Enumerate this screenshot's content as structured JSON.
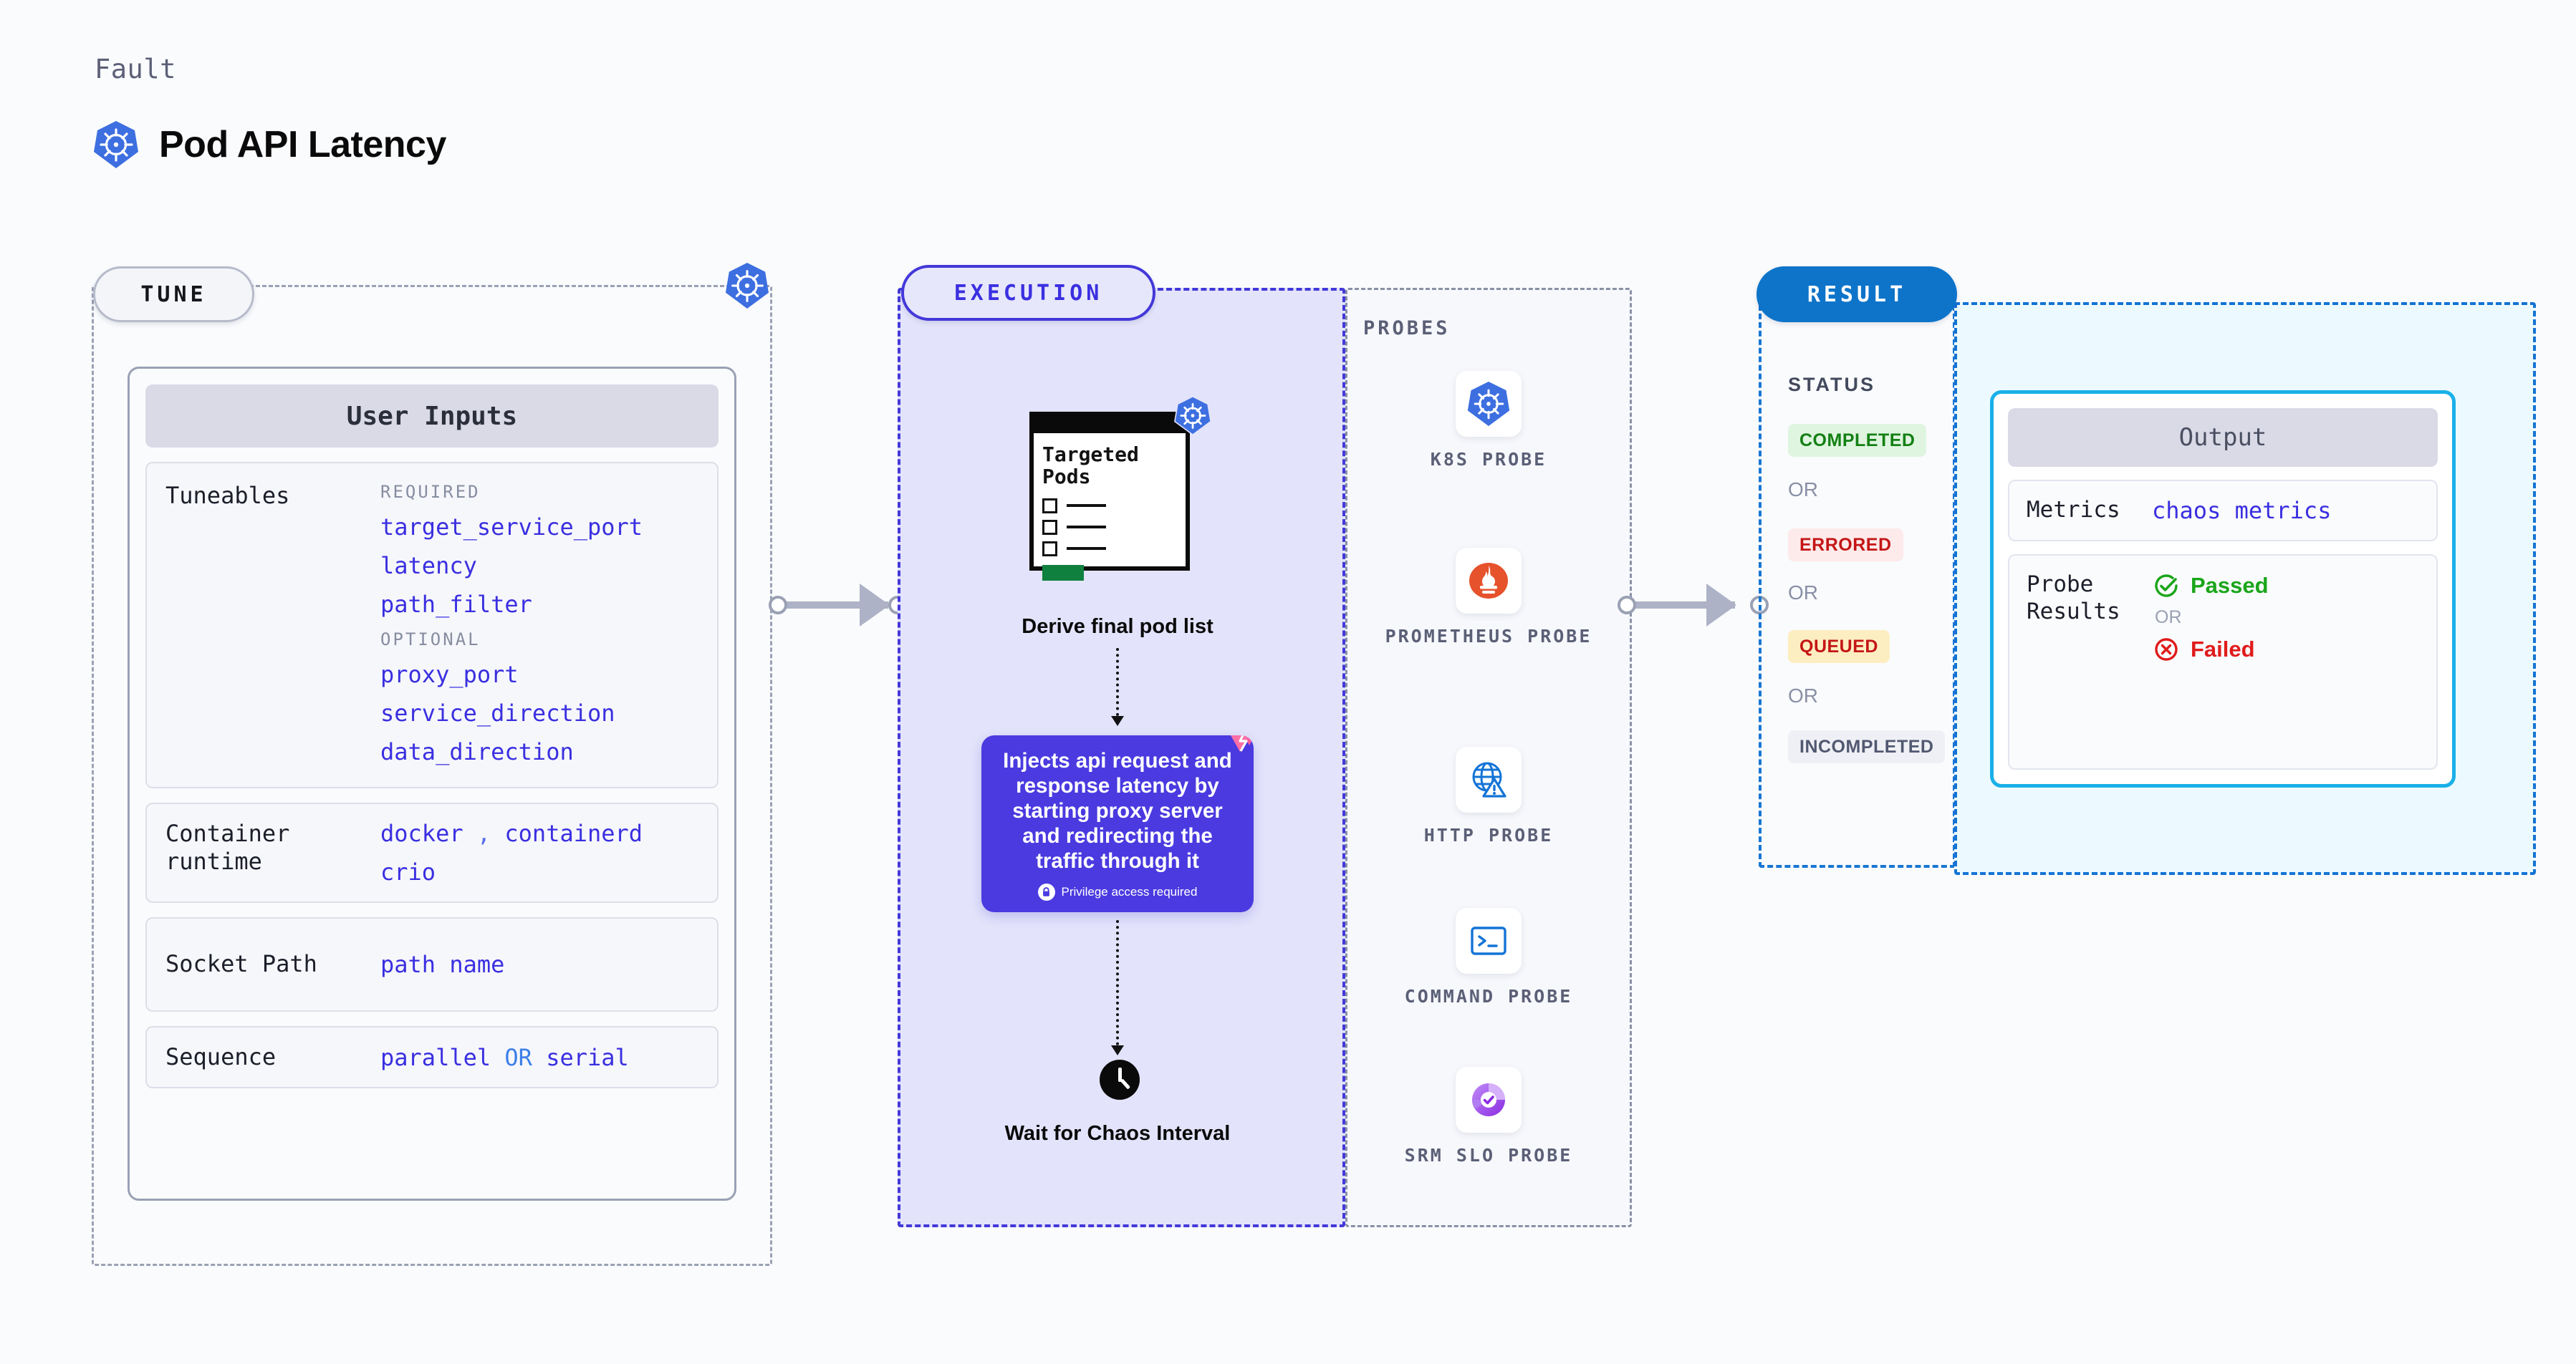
{
  "header": {
    "eyebrow": "Fault",
    "title": "Pod API Latency",
    "icon": "kubernetes-icon"
  },
  "tune": {
    "pill_label": "TUNE",
    "border_icon": "kubernetes-icon",
    "card_title": "User Inputs",
    "tuneables": {
      "label": "Tuneables",
      "required_heading": "REQUIRED",
      "required": [
        "target_service_port",
        "latency",
        "path_filter"
      ],
      "optional_heading": "OPTIONAL",
      "optional": [
        "proxy_port",
        "service_direction",
        "data_direction"
      ]
    },
    "container_runtime": {
      "label": "Container runtime",
      "values_line1": "docker",
      "separator": ",",
      "values_line1b": "containerd",
      "values_line2": "crio"
    },
    "socket_path": {
      "label": "Socket Path",
      "value": "path name"
    },
    "sequence": {
      "label": "Sequence",
      "value_a": "parallel",
      "or": "OR",
      "value_b": "serial"
    }
  },
  "execution": {
    "pill_label": "EXECUTION",
    "pods_card": {
      "title": "Targeted Pods",
      "icon": "kubernetes-icon"
    },
    "pods_caption": "Derive final pod list",
    "inject": {
      "text": "Injects api request and response latency by starting proxy server and redirecting the traffic through it",
      "privilege_note": "Privilege access required",
      "corner_icon": "litmus-logo-icon",
      "lock_icon": "lock-icon",
      "bg_color": "#4a3ae0"
    },
    "wait": {
      "icon": "clock-icon",
      "caption": "Wait for Chaos Interval"
    }
  },
  "probes": {
    "title": "PROBES",
    "items": [
      {
        "label": "K8S PROBE",
        "icon": "kubernetes-icon"
      },
      {
        "label": "PROMETHEUS PROBE",
        "icon": "prometheus-icon"
      },
      {
        "label": "HTTP PROBE",
        "icon": "http-globe-warning-icon"
      },
      {
        "label": "COMMAND PROBE",
        "icon": "terminal-icon"
      },
      {
        "label": "SRM SLO PROBE",
        "icon": "srm-slo-icon"
      }
    ]
  },
  "result": {
    "pill_label": "RESULT",
    "status_title": "STATUS",
    "or_label": "OR",
    "statuses": [
      {
        "label": "COMPLETED",
        "bg": "#dff5e0",
        "fg": "#138013"
      },
      {
        "label": "ERRORED",
        "bg": "#fdeaea",
        "fg": "#c41616"
      },
      {
        "label": "QUEUED",
        "bg": "#fdeec2",
        "fg": "#c41616"
      },
      {
        "label": "INCOMPLETED",
        "bg": "#eff0f5",
        "fg": "#515871"
      }
    ]
  },
  "output": {
    "title": "Output",
    "metrics": {
      "label": "Metrics",
      "value": "chaos metrics"
    },
    "probe_results": {
      "label": "Probe Results",
      "passed": "Passed",
      "or": "OR",
      "failed": "Failed",
      "passed_color": "#1aa51a",
      "failed_color": "#e01b1b"
    }
  },
  "connectors": {
    "tune_to_execution": "arrow-right",
    "execution_to_result": "arrow-right"
  }
}
